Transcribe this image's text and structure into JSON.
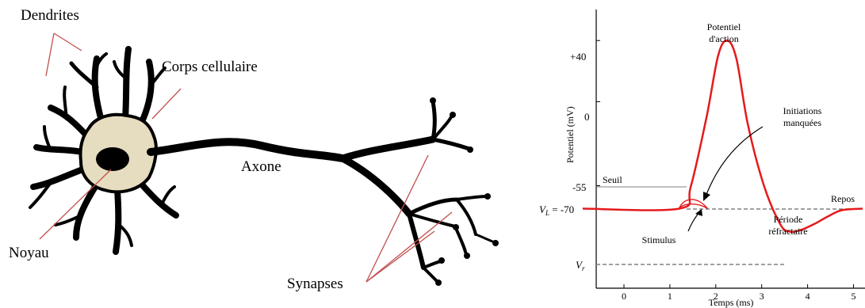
{
  "neuron": {
    "labels": {
      "dendrites": "Dendrites",
      "cell_body": "Corps cellulaire",
      "axon": "Axone",
      "nucleus": "Noyau",
      "synapses": "Synapses"
    },
    "colors": {
      "soma": "#e6dcbf",
      "pointer": "#c0504d",
      "ink": "#000000"
    }
  },
  "graph": {
    "ylabel": "Potentiel (mV)",
    "xlabel": "Temps (ms)",
    "y_ticks": [
      "+40",
      "0",
      "-55",
      "-70"
    ],
    "vl_prefix": "V",
    "vl_sub": "L",
    "vl_suffix": " = ",
    "vr_prefix": "V",
    "vr_sub": "r",
    "x_ticks": [
      "0",
      "1",
      "2",
      "3",
      "4",
      "5"
    ],
    "annotations": {
      "peak_1": "Potentiel",
      "peak_2": "d'action",
      "missed_1": "Initiations",
      "missed_2": "manquées",
      "threshold": "Seuil",
      "rest": "Repos",
      "refractory_1": "Période",
      "refractory_2": "réfractaire",
      "stimulus": "Stimulus"
    },
    "colors": {
      "trace": "#e41a1c",
      "guide": "#808080"
    },
    "chart_data": {
      "type": "line",
      "xlabel": "Temps (ms)",
      "ylabel": "Potentiel (mV)",
      "x_ticks": [
        0,
        1,
        2,
        3,
        4,
        5
      ],
      "y_ticks": [
        40,
        0,
        -55,
        -70
      ],
      "series": [
        {
          "x": [
            -0.9,
            1.2,
            1.45,
            1.8,
            2.05,
            2.25,
            2.45,
            2.7,
            3.05,
            3.4,
            3.6,
            3.85,
            4.15,
            4.45,
            4.75,
            5.2
          ],
          "y": [
            -70,
            -70,
            -56,
            -10,
            30,
            40,
            28,
            -15,
            -55,
            -80,
            -85,
            -84,
            -80,
            -75,
            -71,
            -70
          ]
        }
      ],
      "missed_initiations_peaks_mV": [
        -62,
        -66
      ],
      "threshold_mV": -55,
      "resting_mV": -70
    }
  }
}
